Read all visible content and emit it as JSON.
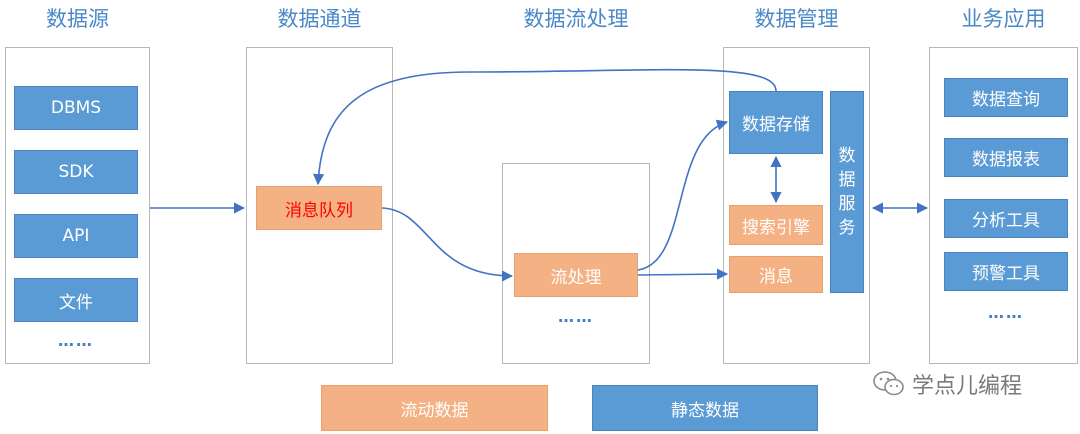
{
  "columns": {
    "source": {
      "title": "数据源",
      "items": [
        "DBMS",
        "SDK",
        "API",
        "文件"
      ],
      "more": "……"
    },
    "channel": {
      "title": "数据通道",
      "queue": "消息队列"
    },
    "stream": {
      "title": "数据流处理",
      "processor": "流处理",
      "more": "……"
    },
    "management": {
      "title": "数据管理",
      "storage": "数据存储",
      "search": "搜索引擎",
      "message": "消息",
      "service_chars": [
        "数",
        "据",
        "服",
        "务"
      ]
    },
    "apps": {
      "title": "业务应用",
      "items": [
        "数据查询",
        "数据报表",
        "分析工具",
        "预警工具"
      ],
      "more": "……"
    }
  },
  "legend": {
    "flowing": "流动数据",
    "static": "静态数据"
  },
  "watermark": "学点儿编程",
  "colors": {
    "title_blue": "#4a88c8",
    "static_blue": "#5b9bd5",
    "flow_orange": "#f4b183",
    "arrow_blue": "#4472c4"
  },
  "icons": [
    "wechat-icon"
  ]
}
